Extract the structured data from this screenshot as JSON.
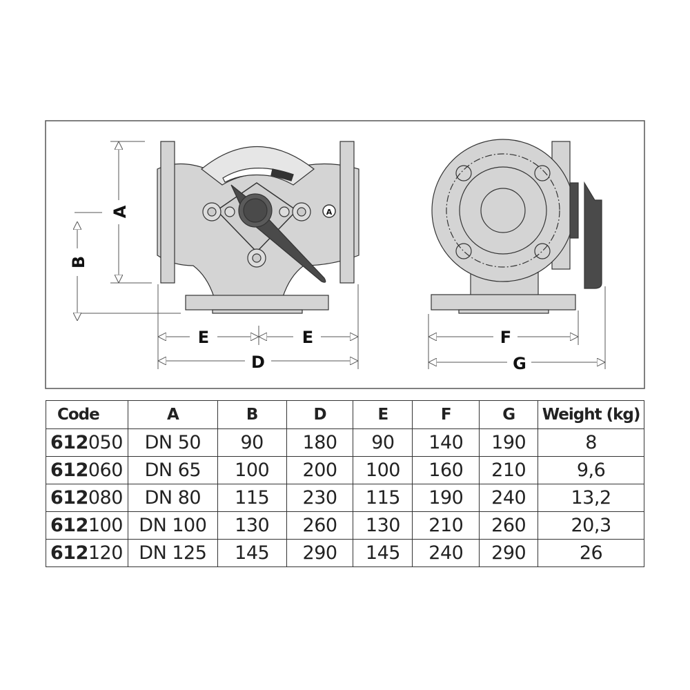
{
  "dimensions": {
    "A": "A",
    "B": "B",
    "D": "D",
    "E": "E",
    "F": "F",
    "G": "G",
    "marker": "A"
  },
  "table": {
    "headers": [
      "Code",
      "A",
      "B",
      "D",
      "E",
      "F",
      "G",
      "Weight (kg)"
    ],
    "rows": [
      {
        "code_prefix": "612",
        "code_suffix": "050",
        "A": "DN 50",
        "B": "90",
        "D": "180",
        "E": "90",
        "F": "140",
        "G": "190",
        "W": "8"
      },
      {
        "code_prefix": "612",
        "code_suffix": "060",
        "A": "DN 65",
        "B": "100",
        "D": "200",
        "E": "100",
        "F": "160",
        "G": "210",
        "W": "9,6"
      },
      {
        "code_prefix": "612",
        "code_suffix": "080",
        "A": "DN 80",
        "B": "115",
        "D": "230",
        "E": "115",
        "F": "190",
        "G": "240",
        "W": "13,2"
      },
      {
        "code_prefix": "612",
        "code_suffix": "100",
        "A": "DN 100",
        "B": "130",
        "D": "260",
        "E": "130",
        "F": "210",
        "G": "260",
        "W": "20,3"
      },
      {
        "code_prefix": "612",
        "code_suffix": "120",
        "A": "DN 125",
        "B": "145",
        "D": "290",
        "E": "145",
        "F": "240",
        "G": "290",
        "W": "26"
      }
    ]
  },
  "colors": {
    "body": "#d4d4d4",
    "handle": "#4a4a4a",
    "line": "#333333"
  }
}
